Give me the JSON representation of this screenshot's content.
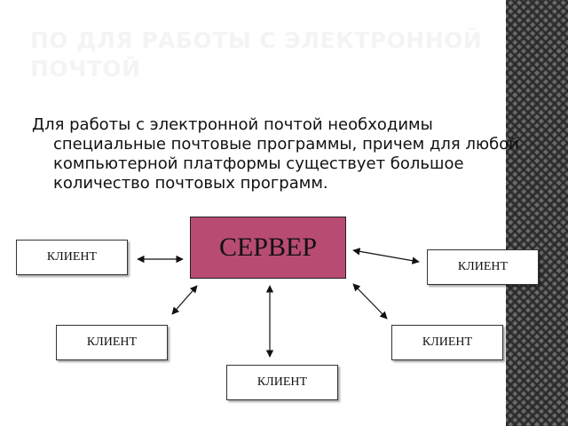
{
  "slide": {
    "title": "ПО ДЛЯ РАБОТЫ С ЭЛЕКТРОННОЙ ПОЧТОЙ",
    "body": "Для работы с электронной почтой необходимы специальные почтовые программы, причем для любой компьютерной платформы существует большое количество почтовых программ."
  },
  "diagram": {
    "server_label": "СЕРВЕР",
    "clients": [
      {
        "label": "КЛИЕНТ"
      },
      {
        "label": "КЛИЕНТ"
      },
      {
        "label": "КЛИЕНТ"
      },
      {
        "label": "КЛИЕНТ"
      },
      {
        "label": "КЛИЕНТ"
      }
    ]
  },
  "colors": {
    "server_fill": "#b84b73",
    "stripe": "#6a6a6a"
  }
}
